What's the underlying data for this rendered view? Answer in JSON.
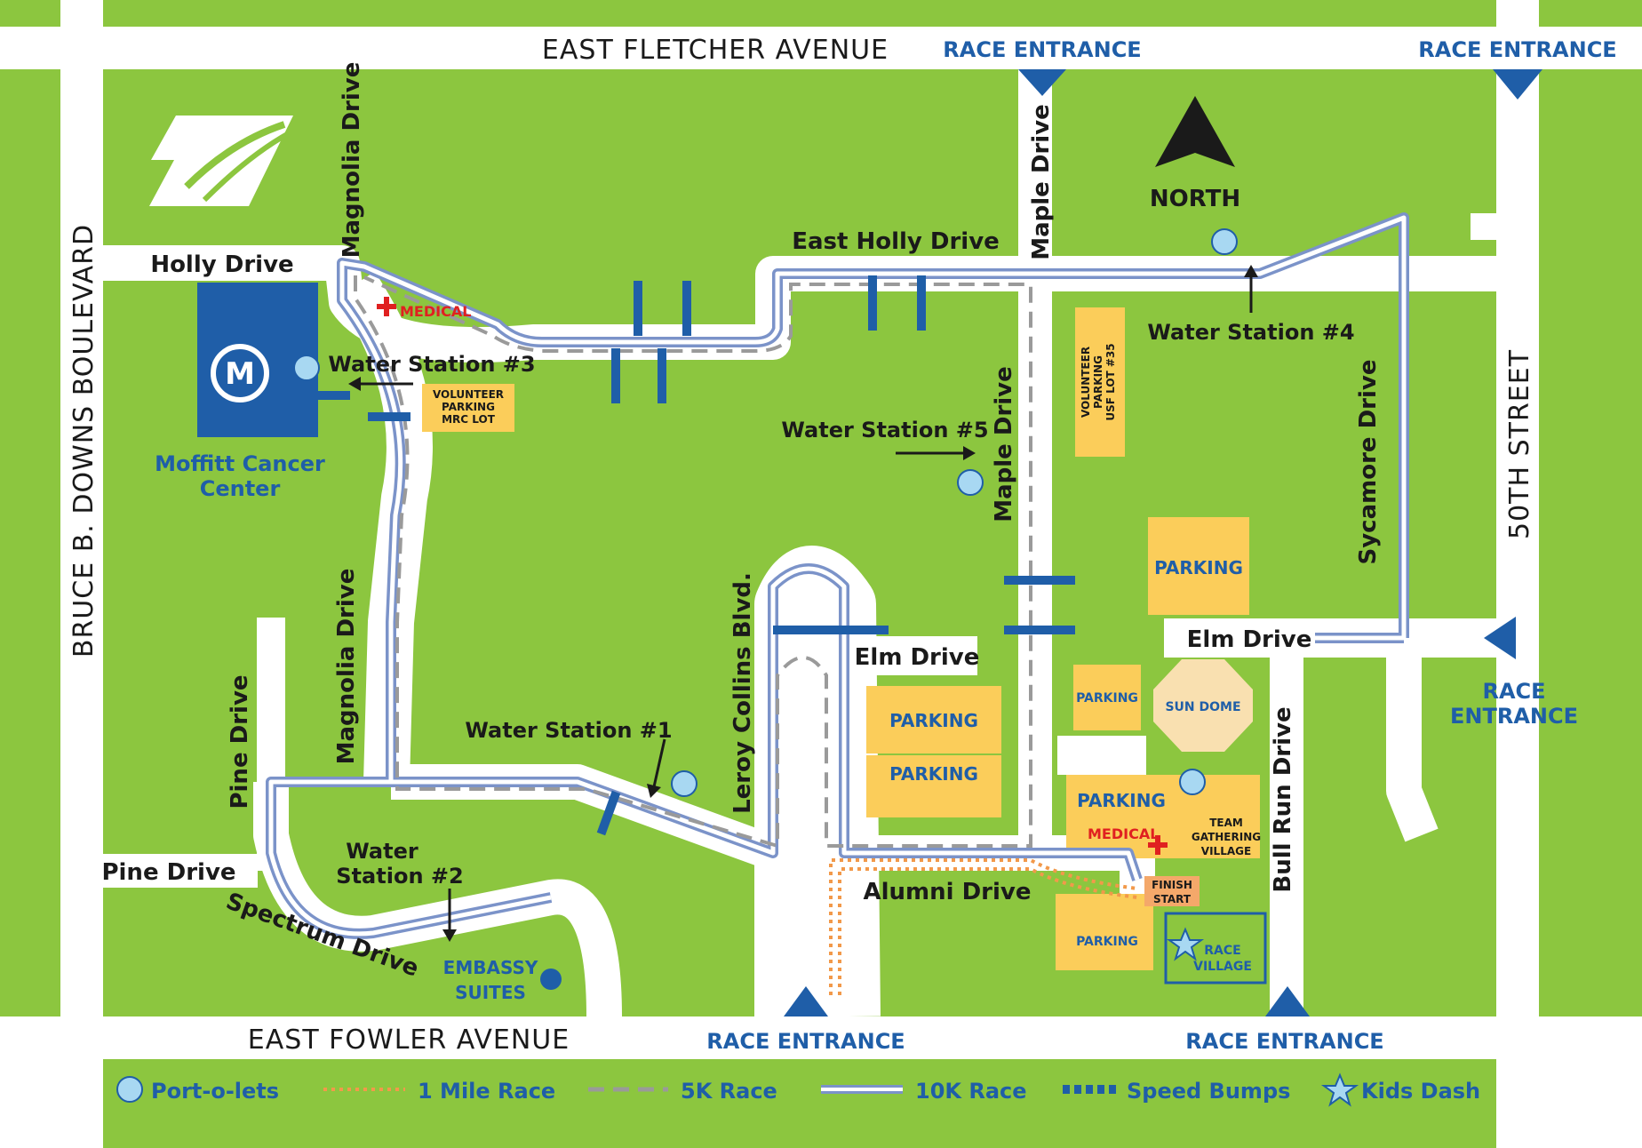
{
  "roads": {
    "east_fletcher": "EAST FLETCHER AVENUE",
    "east_fowler": "EAST FOWLER AVENUE",
    "bruce_downs": "BRUCE B. DOWNS BOULEVARD",
    "fiftieth": "50TH STREET",
    "holly_drive": "Holly Drive",
    "east_holly_drive": "East Holly Drive",
    "magnolia_top": "Magnolia Drive",
    "magnolia_bottom": "Magnolia Drive",
    "maple_top": "Maple Drive",
    "maple_mid": "Maple Drive",
    "sycamore": "Sycamore Drive",
    "elm_right": "Elm Drive",
    "elm_mid": "Elm Drive",
    "pine_vertical": "Pine Drive",
    "pine_horizontal": "Pine Drive",
    "spectrum": "Spectrum Drive",
    "leroy": "Leroy Collins Blvd.",
    "alumni": "Alumni Drive",
    "bull_run": "Bull Run Drive"
  },
  "entrances": {
    "top_maple": "RACE ENTRANCE",
    "top_right": "RACE ENTRANCE",
    "right_line1": "RACE",
    "right_line2": "ENTRANCE",
    "bottom_leroy": "RACE ENTRANCE",
    "bottom_bullrun": "RACE ENTRANCE"
  },
  "compass": "NORTH",
  "water_stations": {
    "ws1": "Water Station #1",
    "ws2_line1": "Water",
    "ws2_line2": "Station #2",
    "ws3": "Water Station #3",
    "ws4": "Water Station #4",
    "ws5": "Water Station #5"
  },
  "places": {
    "moffitt_line1": "Moffitt Cancer",
    "moffitt_line2": "Center",
    "embassy_line1": "EMBASSY",
    "embassy_line2": "SUITES",
    "sun_dome": "SUN DOME",
    "team_line1": "TEAM",
    "team_line2": "GATHERING",
    "team_line3": "VILLAGE",
    "finish": "FINISH",
    "start": "START",
    "race_village_line1": "RACE",
    "race_village_line2": "VILLAGE",
    "medical_top": "MEDICAL",
    "medical_bottom": "MEDICAL"
  },
  "parking": {
    "mrc_line1": "VOLUNTEER",
    "mrc_line2": "PARKING",
    "mrc_line3": "MRC LOT",
    "usf_line1": "VOLUNTEER",
    "usf_line2": "PARKING",
    "usf_line3": "USF LOT #35",
    "label": "PARKING"
  },
  "legend": {
    "portolets": "Port-o-lets",
    "one_mile": "1 Mile Race",
    "five_k": "5K Race",
    "ten_k": "10K Race",
    "speed_bumps": "Speed Bumps",
    "kids_dash": "Kids Dash"
  },
  "colors": {
    "grass": "#8cc63f",
    "road": "#ffffff",
    "route_10k": "#7b93c9",
    "route_5k": "#9a9a9a",
    "route_1mile": "#f2994a",
    "speed_bump": "#1f5ea8",
    "parking": "#fbcd5a",
    "portolet": "#a8d8f2",
    "brand_blue": "#1f5ea8",
    "medical_red": "#e02020"
  }
}
